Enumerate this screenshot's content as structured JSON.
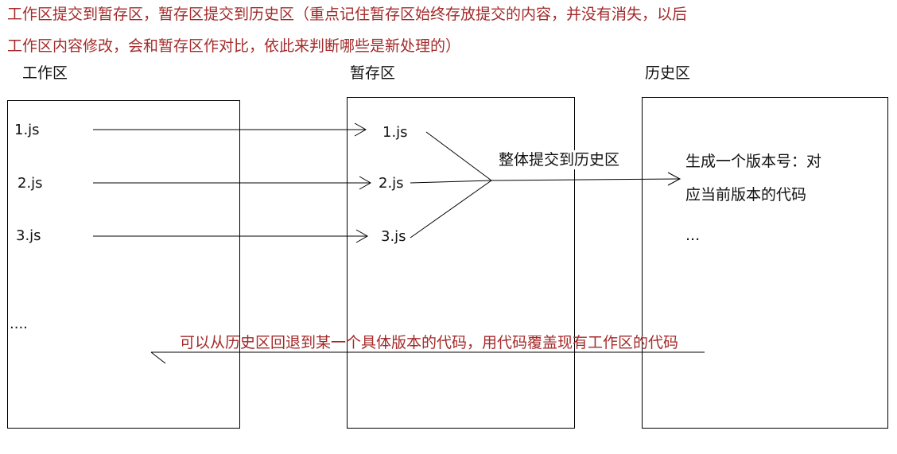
{
  "notes": {
    "line1": "工作区提交到暂存区，暂存区提交到历史区（重点记住暂存区始终存放提交的内容，并没有消失，以后",
    "line2": "工作区内容修改，会和暂存区作对比，依此来判断哪些是新处理的）"
  },
  "zones": {
    "working": {
      "title": "工作区",
      "files": [
        "1.js",
        "2.js",
        "3.js"
      ],
      "ellipsis": "...."
    },
    "staging": {
      "title": "暂存区",
      "files": [
        "1.js",
        "2.js",
        "3.js"
      ]
    },
    "history": {
      "title": "历史区",
      "lines": [
        "生成一个版本号：对",
        "应当前版本的代码",
        "..."
      ]
    }
  },
  "labels": {
    "commit": "整体提交到历史区",
    "revert": "可以从历史区回退到某一个具体版本的代码，用代码覆盖现有工作区的代码"
  },
  "colors": {
    "note": "#a52a2a",
    "text": "#111111",
    "line": "#000000"
  }
}
